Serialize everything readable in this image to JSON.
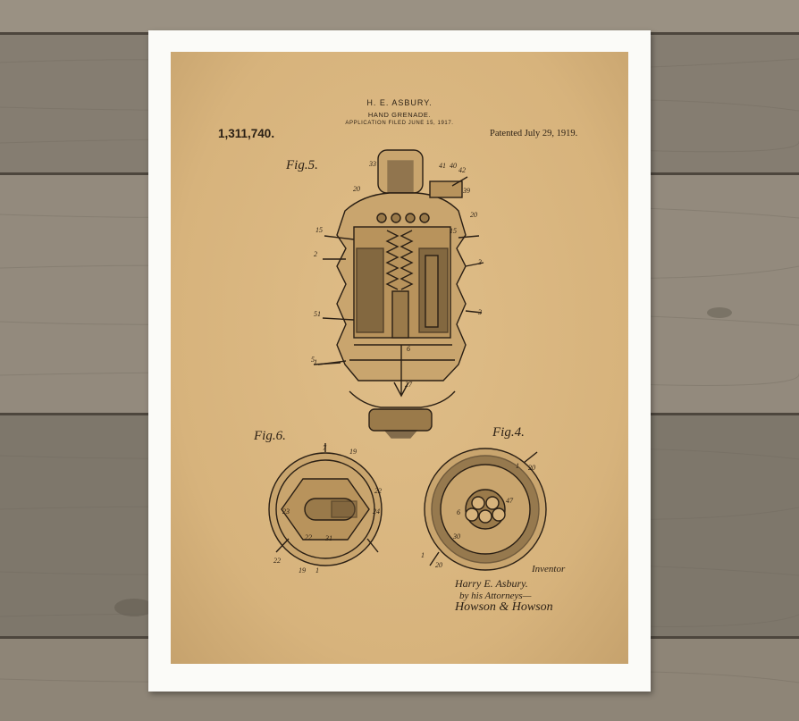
{
  "wall": {
    "plank_colors": [
      "#9a9183",
      "#857d71",
      "#938a7d",
      "#7e776b",
      "#8e8577"
    ],
    "seam_color": "#4d463d"
  },
  "frame": {
    "color": "#fbfbf8"
  },
  "print": {
    "paper_color": "#d7b37c",
    "ink_color": "#2a1f14",
    "inventor": "H. E. ASBURY.",
    "invention": "HAND GRENADE.",
    "filed": "APPLICATION FILED JUNE 15, 1917.",
    "patent_number": "1,311,740.",
    "patent_date": "Patented July 29, 1919.",
    "figures": {
      "fig5": "Fig.5.",
      "fig6": "Fig.6.",
      "fig4": "Fig.4."
    },
    "signature": {
      "inventor_label": "Inventor",
      "inventor_name": "Harry E. Asbury.",
      "attorneys_label": "by his Attorneys—",
      "attorneys_name": "Howson & Howson"
    }
  }
}
